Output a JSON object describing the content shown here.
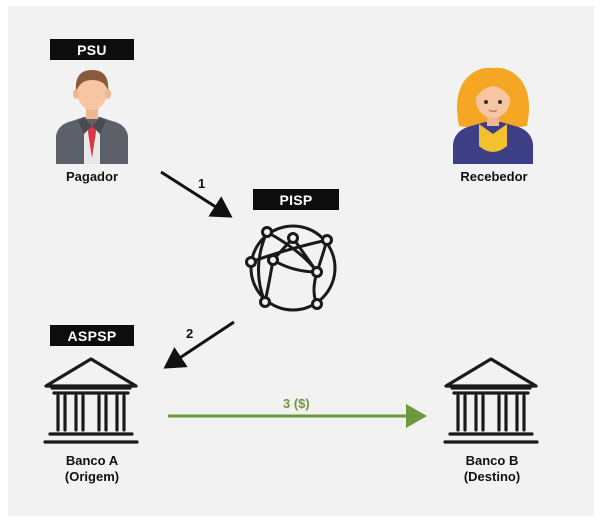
{
  "tags": {
    "psu": "PSU",
    "pisp": "PISP",
    "aspsp": "ASPSP"
  },
  "labels": {
    "pagador": "Pagador",
    "recebedor": "Recebedor",
    "banco_a_line1": "Banco A",
    "banco_a_line2": "(Origem)",
    "banco_b_line1": "Banco B",
    "banco_b_line2": "(Destino)"
  },
  "arrows": {
    "step1": "1",
    "step2": "2",
    "step3": "3 ($)"
  },
  "icons": {
    "payer": "man-avatar-icon",
    "receiver": "woman-avatar-icon",
    "pisp": "network-globe-icon",
    "bank_a": "bank-building-icon",
    "bank_b": "bank-building-icon"
  },
  "colors": {
    "tag_background": "#0d0d0d",
    "arrow_black": "#111111",
    "arrow_green": "#6a9a3e"
  }
}
